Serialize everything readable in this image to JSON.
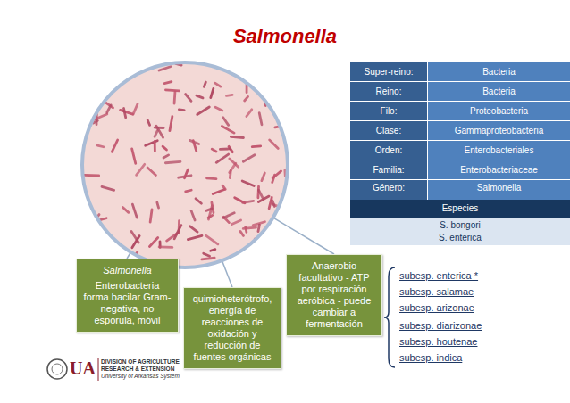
{
  "diagram": {
    "title": "Salmonella",
    "nodes": [
      {
        "text": [
          "Salmonella",
          "Enterobacteria forma bacilar Gram-negativa, no esporula, móvil"
        ]
      },
      {
        "text": [
          "quimioheterótrofo, energía de reacciones de oxidación y reducción de fuentes orgánicas"
        ]
      },
      {
        "text": [
          "Anaerobio facultativo - ATP por respiración aeróbica - puede cambiar a fermentación"
        ]
      }
    ],
    "labels": [
      "Super-reino:",
      "Bacteria",
      "Reino:",
      "Bacteria",
      "Filo:",
      "Proteobacteria",
      "Clase:",
      "Gammaproteobacteria",
      "Orden:",
      "Enterobacteriales",
      "Familia:",
      "Enterobacteriaceae",
      "Género:",
      "Salmonella",
      "Especies",
      "S. bongori",
      "S. enterica",
      "subesp. enterica *",
      "subesp. salamae",
      "subesp. arizonae",
      "subesp. diarizonae",
      "subesp. houtenae",
      "subesp. indica",
      "UA",
      "DIVISION OF AGRICULTURE",
      "RESEARCH & EXTENSION",
      "University of Arkansas System"
    ]
  }
}
